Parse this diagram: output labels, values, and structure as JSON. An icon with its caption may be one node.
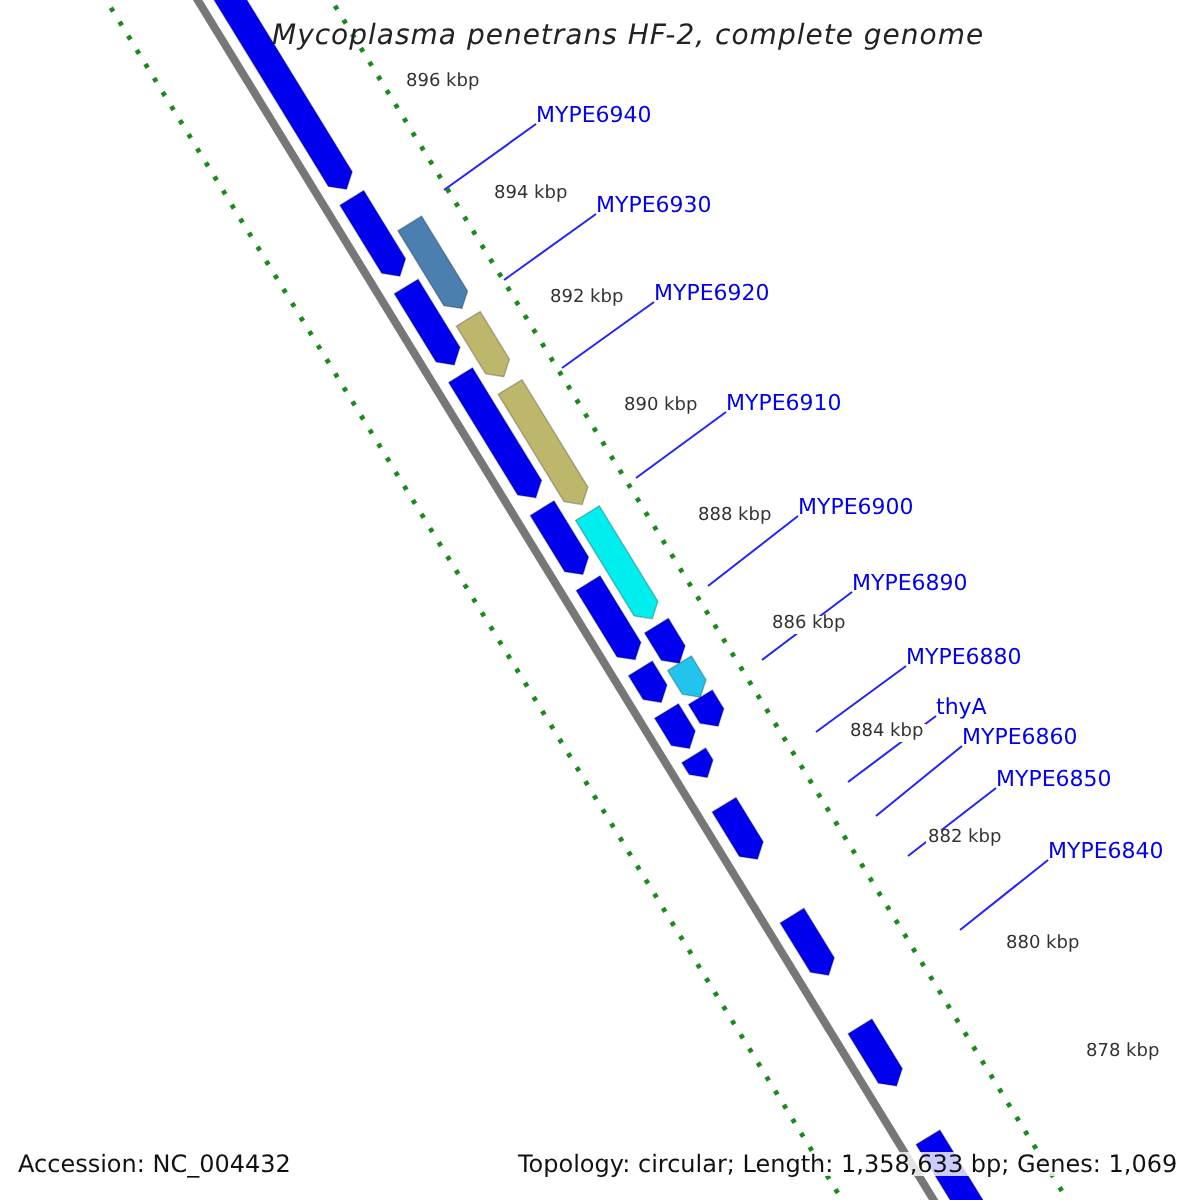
{
  "diagram": {
    "title": "Mycoplasma penetrans HF-2, complete genome",
    "nodes": [
      {
        "text": [
          "MYPE6940"
        ]
      },
      {
        "text": [
          "MYPE6930"
        ]
      },
      {
        "text": [
          "MYPE6920"
        ]
      },
      {
        "text": [
          "MYPE6910"
        ]
      },
      {
        "text": [
          "MYPE6900"
        ]
      },
      {
        "text": [
          "MYPE6890"
        ]
      },
      {
        "text": [
          "MYPE6880"
        ]
      },
      {
        "text": [
          "thyA"
        ]
      },
      {
        "text": [
          "MYPE6860"
        ]
      },
      {
        "text": [
          "MYPE6850"
        ]
      },
      {
        "text": [
          "MYPE6840"
        ]
      }
    ],
    "edges": [
      {
        "from": 0,
        "to": null,
        "arrow": "none"
      },
      {
        "from": 1,
        "to": null,
        "arrow": "none"
      },
      {
        "from": 2,
        "to": null,
        "arrow": "none"
      },
      {
        "from": 3,
        "to": null,
        "arrow": "none"
      },
      {
        "from": 4,
        "to": null,
        "arrow": "none"
      },
      {
        "from": 5,
        "to": null,
        "arrow": "none"
      },
      {
        "from": 6,
        "to": null,
        "arrow": "none"
      },
      {
        "from": 7,
        "to": null,
        "arrow": "none"
      },
      {
        "from": 8,
        "to": null,
        "arrow": "none"
      },
      {
        "from": 9,
        "to": null,
        "arrow": "none"
      },
      {
        "from": 10,
        "to": null,
        "arrow": "none"
      }
    ],
    "labels": [
      "896 kbp",
      "894 kbp",
      "892 kbp",
      "890 kbp",
      "888 kbp",
      "886 kbp",
      "884 kbp",
      "882 kbp",
      "880 kbp",
      "878 kbp",
      "Accession: NC_004432",
      "Topology: circular; Length: 1,358,633 bp; Genes: 1,069"
    ]
  }
}
